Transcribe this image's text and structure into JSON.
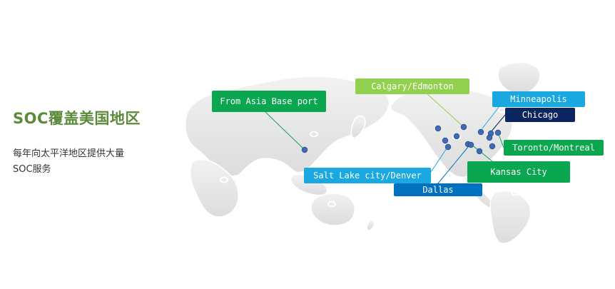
{
  "section": {
    "title": "SOC覆盖美国地区",
    "description_lines": [
      "每年向太平洋地区提供大量",
      "SOC服务"
    ]
  },
  "colors": {
    "title_green": "#5a8a3a",
    "green": "#0aa650",
    "light_green": "#92d050",
    "cyan": "#1aa8e0",
    "blue": "#0070c0",
    "navy": "#0b2560",
    "dot": "#3f6bb4",
    "land": "#e4e4e4"
  },
  "map": {
    "labels": [
      {
        "id": "asia",
        "text": "From Asia Base port"
      },
      {
        "id": "calgary",
        "text": "Calgary/Edmonton"
      },
      {
        "id": "minneapolis",
        "text": "Minneapolis"
      },
      {
        "id": "chicago",
        "text": "Chicago"
      },
      {
        "id": "toronto",
        "text": "Toronto/Montreal"
      },
      {
        "id": "slc",
        "text": "Salt Lake city/Denver"
      },
      {
        "id": "kansas",
        "text": "Kansas City"
      },
      {
        "id": "dallas",
        "text": "Dallas"
      }
    ]
  }
}
